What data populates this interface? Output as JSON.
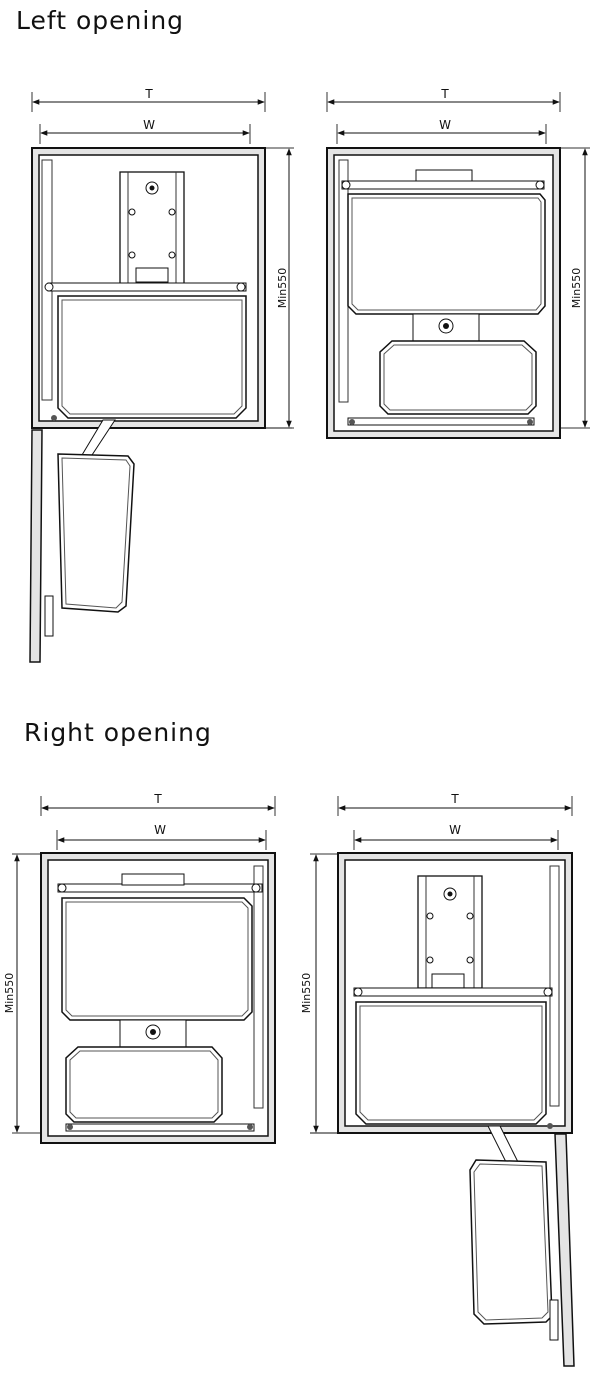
{
  "headings": {
    "left_opening": "Left opening",
    "right_opening": "Right opening"
  },
  "dimensions": {
    "outer_width_label": "T",
    "inner_width_label": "W",
    "height_label": "Min550"
  },
  "colors": {
    "line": "#111111",
    "cabinet_wall": "#e4e4e4"
  }
}
